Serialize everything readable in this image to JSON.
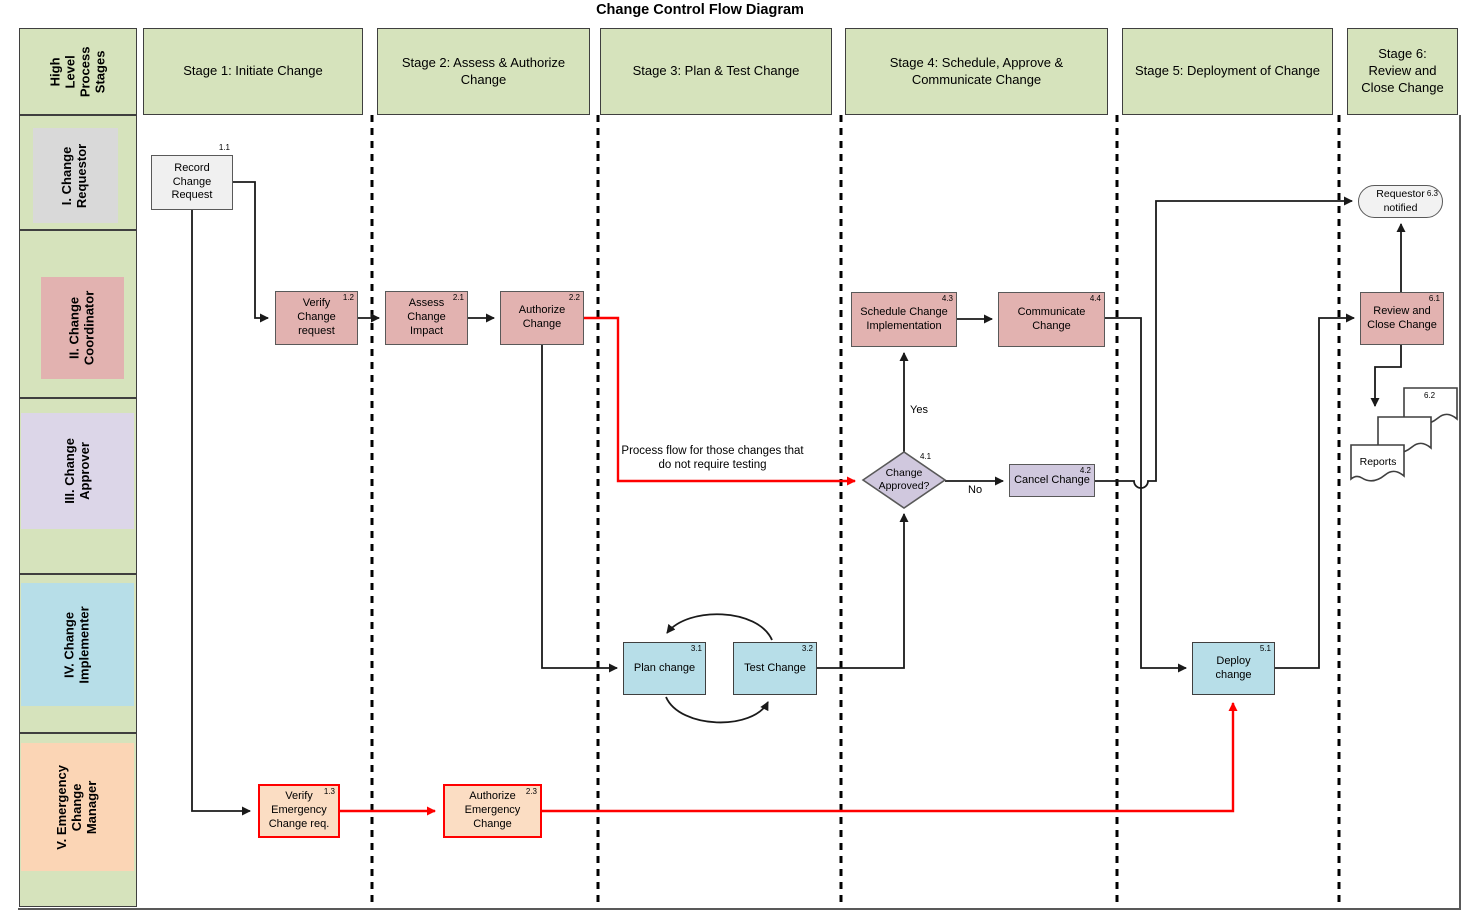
{
  "title": "Change Control Flow Diagram",
  "swimlanes": {
    "corner": "High\nLevel\nProcess\nStages",
    "rows": [
      {
        "label": "I. Change\nRequestor"
      },
      {
        "label": "II. Change\nCoordinator"
      },
      {
        "label": "III. Change\nApprover"
      },
      {
        "label": "IV. Change\nImplementer"
      },
      {
        "label": "V. Emergency\nChange\nManager"
      }
    ]
  },
  "stages": [
    "Stage 1: Initiate Change",
    "Stage 2: Assess & Authorize\nChange",
    "Stage 3: Plan & Test Change",
    "Stage 4: Schedule, Approve &\nCommunicate Change",
    "Stage 5: Deployment of Change",
    "Stage 6:\nReview and\nClose Change"
  ],
  "nodes": {
    "n11": {
      "num": "1.1",
      "label": "Record\nChange\nRequest"
    },
    "n12": {
      "num": "1.2",
      "label": "Verify\nChange\nrequest"
    },
    "n13": {
      "num": "1.3",
      "label": "Verify\nEmergency\nChange req."
    },
    "n21": {
      "num": "2.1",
      "label": "Assess\nChange\nImpact"
    },
    "n22": {
      "num": "2.2",
      "label": "Authorize\nChange"
    },
    "n23": {
      "num": "2.3",
      "label": "Authorize\nEmergency\nChange"
    },
    "n31": {
      "num": "3.1",
      "label": "Plan change"
    },
    "n32": {
      "num": "3.2",
      "label": "Test Change"
    },
    "n41": {
      "num": "4.1",
      "label": "Change\nApproved?"
    },
    "n42": {
      "num": "4.2",
      "label": "Cancel Change"
    },
    "n43": {
      "num": "4.3",
      "label": "Schedule Change\nImplementation"
    },
    "n44": {
      "num": "4.4",
      "label": "Communicate\nChange"
    },
    "n51": {
      "num": "5.1",
      "label": "Deploy\nchange"
    },
    "n61": {
      "num": "6.1",
      "label": "Review and\nClose Change"
    },
    "n62": {
      "num": "6.2",
      "label": "Reports"
    },
    "n63": {
      "num": "6.3",
      "label": "Requestor\nnotified"
    }
  },
  "annotations": {
    "yes": "Yes",
    "no": "No",
    "no_testing": "Process flow for those changes that\ndo not require testing"
  },
  "colors": {
    "lane_green": "#d6e3bc",
    "requestor_gray": "#d9d9d9",
    "coordinator_pink": "#e2b2b0",
    "approver_lavender": "#dcd6e8",
    "implementer_blue": "#b7dee8",
    "emergency_peach": "#fbd5b5",
    "process_pink": "#e2b2b0",
    "decision_lavender": "#d0c8de",
    "emergency_box_peach": "#fbddc3",
    "terminator_gray": "#f2f2f2",
    "record_gray": "#f0f0f0",
    "emergency_red": "#ff0000",
    "connector_dark": "#3f3f3f"
  }
}
